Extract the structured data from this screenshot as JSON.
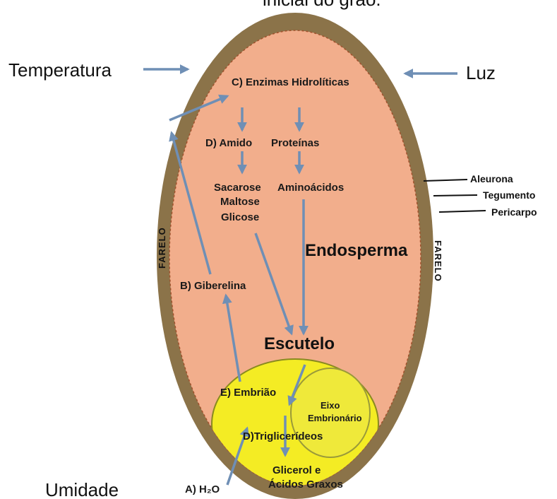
{
  "header_fragment": "inicial do grão.",
  "external_factors": {
    "temperature": "Temperatura",
    "light": "Luz",
    "moisture": "Umidade"
  },
  "steps": {
    "water": "A) H₂O",
    "gibberellin": "B) Giberelina",
    "enzymes": "C) Enzimas Hidrolíticas",
    "starch": "D) Amido",
    "proteins": "Proteínas",
    "triglycerides": "D)Triglicerídeos",
    "embryo": "E) Embrião"
  },
  "products": {
    "sugars": [
      "Sacarose",
      "Maltose",
      "Glicose"
    ],
    "amino_acids": "Aminoácidos",
    "glycerol": [
      "Glicerol e",
      "Ácidos Graxos"
    ]
  },
  "structures": {
    "endosperm": "Endosperma",
    "scutellum": "Escutelo",
    "embryonic_axis": [
      "Eixo",
      "Embrionário"
    ],
    "bran": "FARELO"
  },
  "layers": [
    "Aleurona",
    "Tegumento",
    "Pericarpo"
  ],
  "colors": {
    "hull": "#8b7349",
    "endosperm": "#f2ae8c",
    "embryo": "#f4ec24",
    "arrow": "#6f8fb5"
  }
}
